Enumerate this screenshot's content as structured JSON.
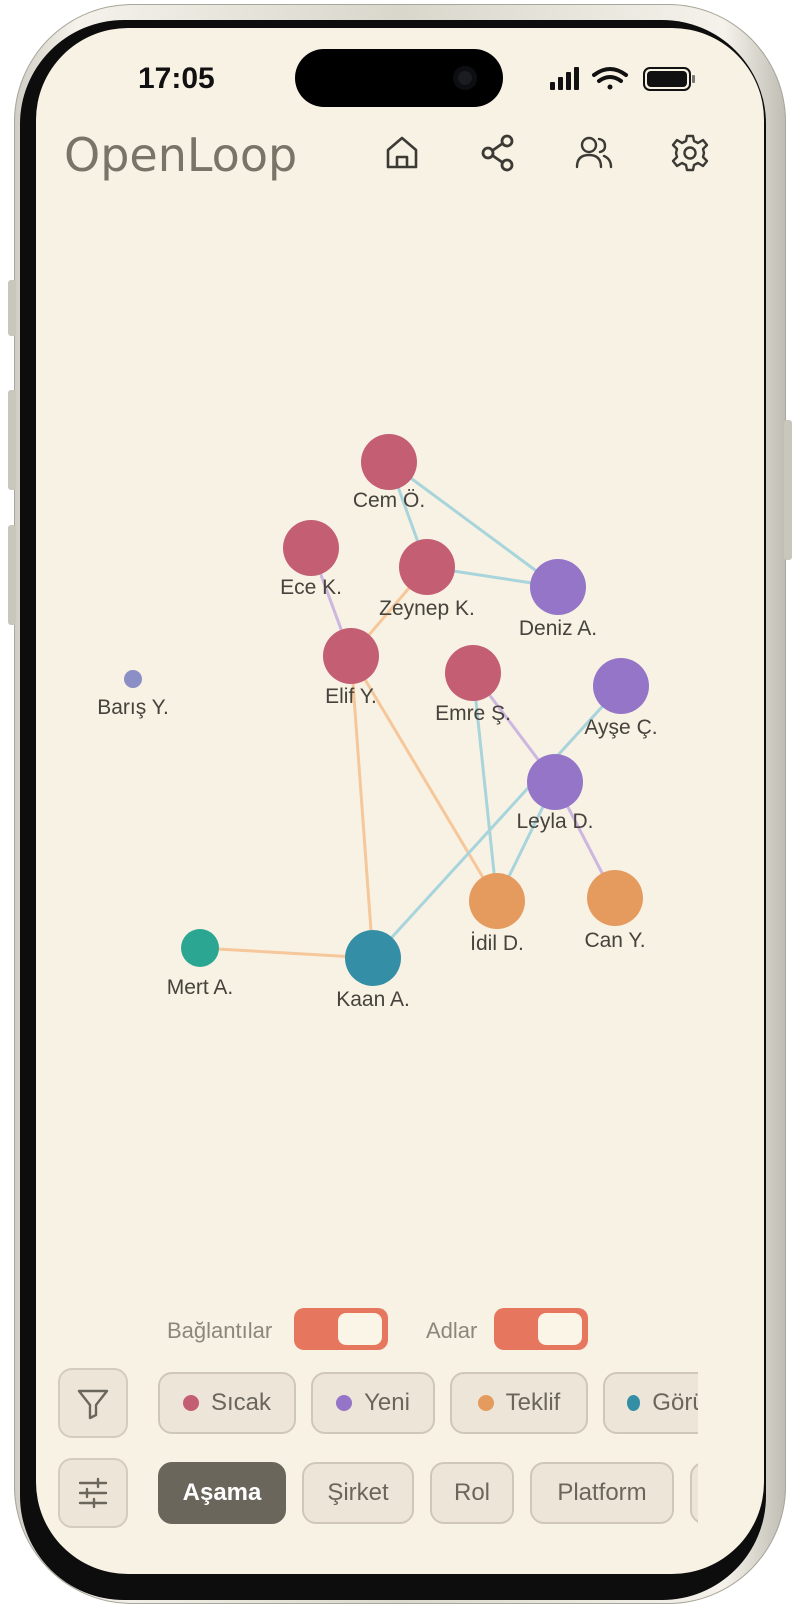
{
  "status": {
    "time": "17:05"
  },
  "app": {
    "logo": "OpenLoop"
  },
  "nav": [
    "home-icon",
    "share-icon",
    "users-icon",
    "gear-icon"
  ],
  "graph": {
    "nodes": [
      {
        "id": "cem",
        "label": "Cem Ö.",
        "group": "Sıcak"
      },
      {
        "id": "ece",
        "label": "Ece K.",
        "group": "Sıcak"
      },
      {
        "id": "zeynep",
        "label": "Zeynep K.",
        "group": "Sıcak"
      },
      {
        "id": "deniz",
        "label": "Deniz A.",
        "group": "Yeni"
      },
      {
        "id": "elif",
        "label": "Elif Y.",
        "group": "Sıcak"
      },
      {
        "id": "emre",
        "label": "Emre Ş.",
        "group": "Sıcak"
      },
      {
        "id": "ayse",
        "label": "Ayşe Ç.",
        "group": "Yeni"
      },
      {
        "id": "baris",
        "label": "Barış Y.",
        "group": "other"
      },
      {
        "id": "leyla",
        "label": "Leyla D.",
        "group": "Yeni"
      },
      {
        "id": "idil",
        "label": "İdil D.",
        "group": "Teklif"
      },
      {
        "id": "can",
        "label": "Can Y.",
        "group": "Teklif"
      },
      {
        "id": "mert",
        "label": "Mert A.",
        "group": "teal"
      },
      {
        "id": "kaan",
        "label": "Kaan A.",
        "group": "Görüşme"
      }
    ],
    "edges": [
      {
        "from": "cem",
        "to": "zeynep",
        "color": "#a8d4dc"
      },
      {
        "from": "cem",
        "to": "deniz",
        "color": "#a8d4dc"
      },
      {
        "from": "zeynep",
        "to": "deniz",
        "color": "#a8d4dc"
      },
      {
        "from": "ece",
        "to": "elif",
        "color": "#cdb6e0"
      },
      {
        "from": "zeynep",
        "to": "elif",
        "color": "#f6c79a"
      },
      {
        "from": "elif",
        "to": "kaan",
        "color": "#f6c79a"
      },
      {
        "from": "elif",
        "to": "idil",
        "color": "#f6c79a"
      },
      {
        "from": "emre",
        "to": "idil",
        "color": "#a8d4dc"
      },
      {
        "from": "emre",
        "to": "leyla",
        "color": "#cdb6e0"
      },
      {
        "from": "ayse",
        "to": "kaan",
        "color": "#a8d4dc"
      },
      {
        "from": "leyla",
        "to": "idil",
        "color": "#a8d4dc"
      },
      {
        "from": "leyla",
        "to": "can",
        "color": "#cdb6e0"
      },
      {
        "from": "mert",
        "to": "kaan",
        "color": "#f6c79a"
      }
    ],
    "colors": {
      "Sıcak": "#c45e72",
      "Yeni": "#9575c7",
      "Teklif": "#e59b5e",
      "Görüşme": "#348fa6",
      "teal": "#2aa693",
      "other": "#8b8fc6"
    }
  },
  "toggles": [
    {
      "label": "Bağlantılar",
      "on": true
    },
    {
      "label": "Adlar",
      "on": true
    }
  ],
  "filter_chips": [
    {
      "label": "Sıcak",
      "color": "#c45e72"
    },
    {
      "label": "Yeni",
      "color": "#9575c7"
    },
    {
      "label": "Teklif",
      "color": "#e59b5e"
    },
    {
      "label": "Görüşme",
      "color": "#348fa6"
    }
  ],
  "group_chips": [
    {
      "label": "Aşama",
      "active": true
    },
    {
      "label": "Şirket",
      "active": false
    },
    {
      "label": "Rol",
      "active": false
    },
    {
      "label": "Platform",
      "active": false
    },
    {
      "label": "",
      "active": false
    }
  ],
  "buttons": [
    "filter-icon",
    "sliders-icon"
  ]
}
